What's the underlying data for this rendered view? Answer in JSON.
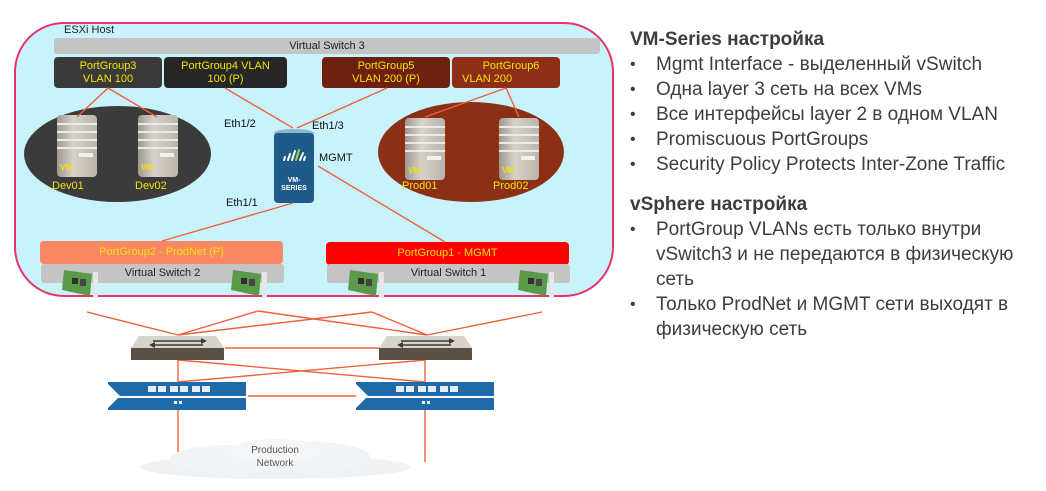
{
  "diagram": {
    "host_label": "ESXi Host",
    "virtual_switch_3": "Virtual Switch 3",
    "port_groups_top": [
      {
        "line1": "PortGroup3",
        "line2": "VLAN 100"
      },
      {
        "line1": "PortGroup4 VLAN",
        "line2": "100 (P)"
      },
      {
        "line1": "PortGroup5",
        "line2": "VLAN 200 (P)"
      },
      {
        "line1": "PortGroup6",
        "line2": "VLAN 200"
      }
    ],
    "dev_servers": [
      {
        "tag": "VM",
        "name": "Dev01"
      },
      {
        "tag": "VM",
        "name": "Dev02"
      }
    ],
    "prod_servers": [
      {
        "tag": "VM",
        "name": "Prod01"
      },
      {
        "tag": "VM",
        "name": "Prod02"
      }
    ],
    "vm_series": {
      "line1": "VM-",
      "line2": "SERIES"
    },
    "interfaces": {
      "eth1_2": "Eth1/2",
      "eth1_3": "Eth1/3",
      "eth1_1": "Eth1/1",
      "mgmt": "MGMT"
    },
    "port_group_2": "PortGroup2 - ProdNet (P)",
    "port_group_1": "PortGroup1 - MGMT",
    "virtual_switch_2": "Virtual Switch 2",
    "virtual_switch_1": "Virtual Switch 1",
    "cloud": {
      "line1": "Production",
      "line2": "Network"
    },
    "colors": {
      "host_bg": "#c9f3fb",
      "host_border": "#e8336a",
      "wire": "#f0603a",
      "label_yellow": "#f2e300",
      "prodnet": "#f98763",
      "mgmt": "#ff0000",
      "vm_series_blue": "#1e5b8a"
    }
  },
  "text": {
    "vm_series_section": {
      "title": "VM-Series настройка",
      "bullets": [
        "Mgmt Interface - выделенный vSwitch",
        "Одна layer 3 сеть на всех VMs",
        "Все интерфейсы layer 2 в одном VLAN",
        "Promiscuous PortGroups",
        "Security Policy Protects Inter-Zone Traffic"
      ]
    },
    "vsphere_section": {
      "title": "vSphere настройка",
      "bullets": [
        "PortGroup VLANs есть только внутри vSwitch3 и не передаются в физическую сеть",
        "Только ProdNet и MGMT сети выходят в физическую сеть"
      ]
    }
  }
}
